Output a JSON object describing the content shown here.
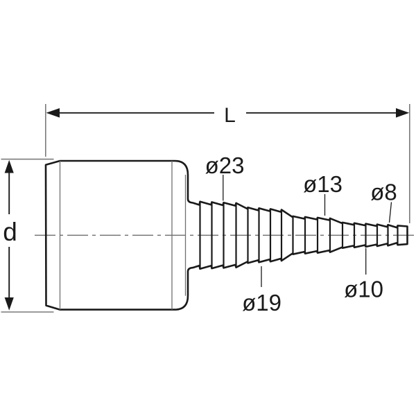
{
  "drawing": {
    "description": "Technical outline drawing of a stepped barbed hose adapter",
    "dimension_labels": {
      "length": "L",
      "diameter": "d"
    },
    "diameter_callouts": [
      {
        "id": "dia23",
        "text": "ø23"
      },
      {
        "id": "dia19",
        "text": "ø19"
      },
      {
        "id": "dia13",
        "text": "ø13"
      },
      {
        "id": "dia10",
        "text": "ø10"
      },
      {
        "id": "dia8",
        "text": "ø8"
      }
    ],
    "colors": {
      "outline": "#1a1a1a",
      "thin_line": "#6f6f6f",
      "background": "#ffffff"
    }
  }
}
